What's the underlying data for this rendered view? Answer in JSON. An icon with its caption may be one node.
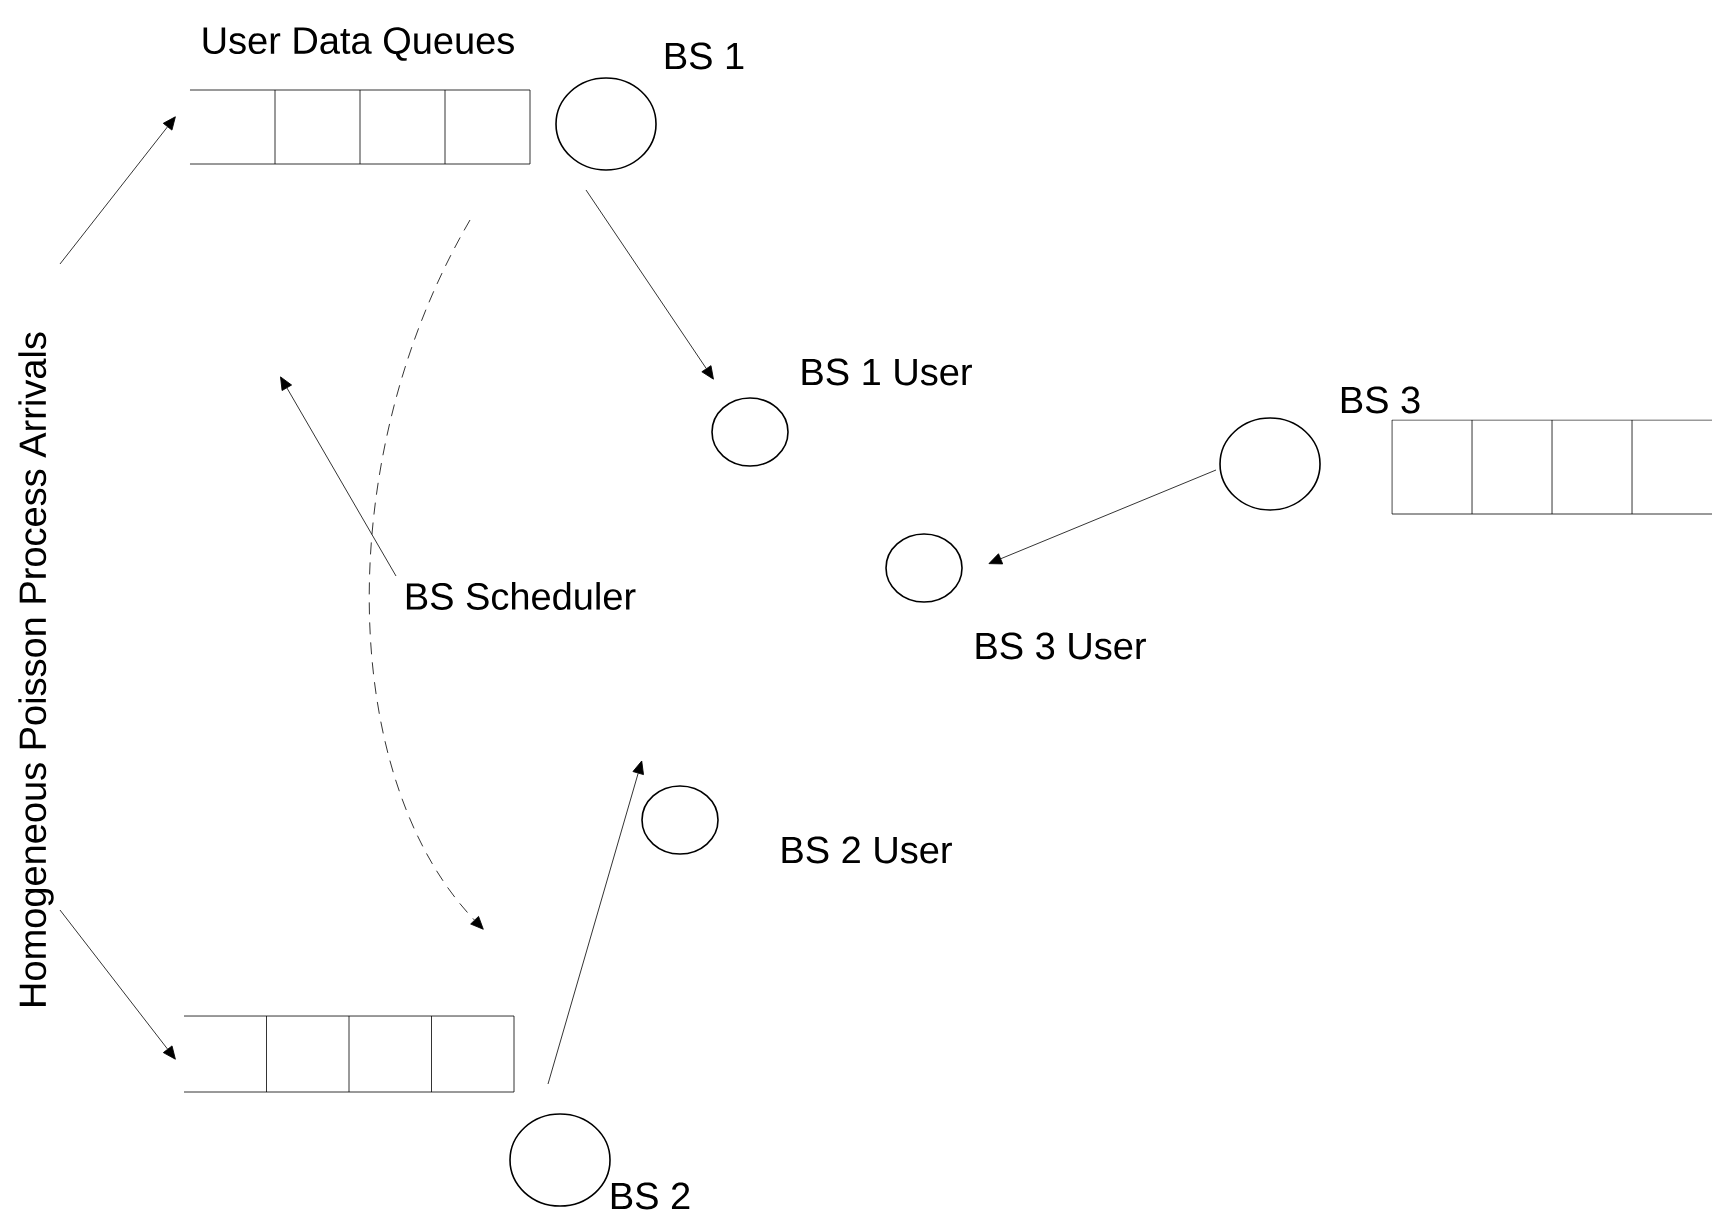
{
  "diagram": {
    "nodes": [
      {
        "text": [
          "Homogeneous Poisson Process Arrivals"
        ]
      },
      {
        "text": [
          "User Data Queues"
        ]
      },
      {
        "text": [
          "BS 1"
        ]
      },
      {
        "text": [
          "BS 1 User"
        ]
      },
      {
        "text": [
          "BS 3"
        ]
      },
      {
        "text": [],
        "shape": "box"
      },
      {
        "text": [
          "BS 3 User"
        ]
      },
      {
        "text": [],
        "shape": "box"
      },
      {
        "text": [
          "BS 2"
        ]
      },
      {
        "text": [
          "BS 2 User"
        ]
      },
      {
        "text": [
          "BS Scheduler"
        ]
      }
    ],
    "edges": [
      {
        "from": 0,
        "to": 1,
        "arrow": "to"
      },
      {
        "from": 0,
        "to": 7,
        "arrow": "to"
      },
      {
        "from": 2,
        "to": 3,
        "arrow": "to"
      },
      {
        "from": 4,
        "to": 6,
        "arrow": "to"
      },
      {
        "from": 8,
        "to": 9,
        "arrow": "to"
      },
      {
        "from": 1,
        "to": 7,
        "arrow": "to",
        "style": "dashed"
      },
      {
        "from": 10,
        "to": null,
        "arrow": "to"
      }
    ]
  }
}
